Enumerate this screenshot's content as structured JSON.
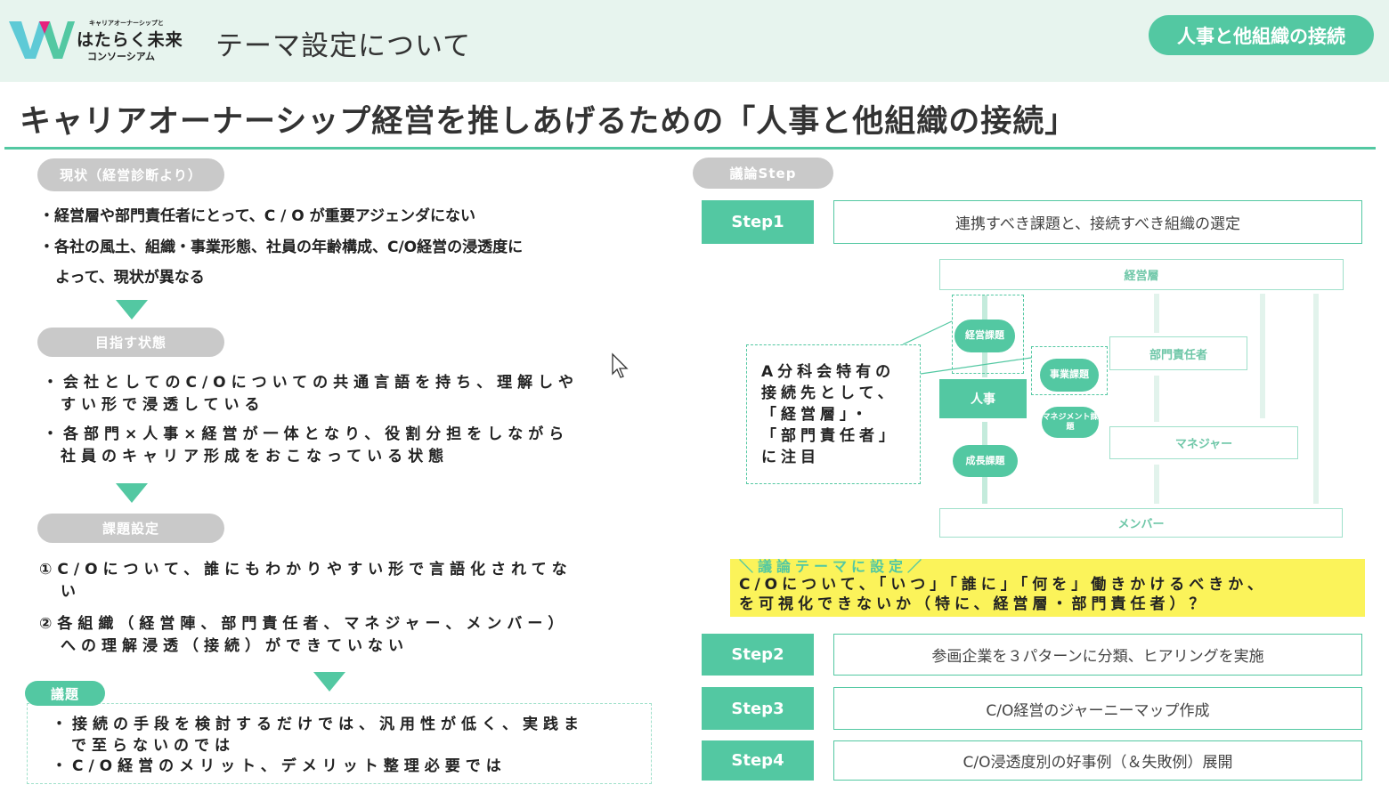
{
  "header": {
    "logo_small": "キャリアオーナーシップと",
    "logo_main": "はたらく未来",
    "logo_sub": "コンソーシアム",
    "title": "テーマ設定について",
    "tag": "人事と他組織の接続"
  },
  "page_title": "キャリアオーナーシップ経営を推しあげるための「人事と他組織の接続」",
  "left": {
    "current": {
      "label": "現状（経営診断より）",
      "lines": [
        "・経営層や部門責任者にとって、C / O が重要アジェンダにない",
        "・各社の風土、組織・事業形態、社員の年齢構成、C/O経営の浸透度に",
        "よって、現状が異なる"
      ]
    },
    "goal": {
      "label": "目指す状態",
      "lines": [
        "・会社としてのC/Oについての共通言語を持ち、理解しや",
        "すい形で浸透している",
        "・各部門×人事×経営が一体となり、役割分担をしながら",
        "社員のキャリア形成をおこなっている状態"
      ]
    },
    "issue": {
      "label": "課題設定",
      "lines": [
        "①C/Oについて、誰にもわかりやすい形で言語化されてな",
        "い",
        "②各組織（経営陣、部門責任者、マネジャー、メンバー）",
        "への理解浸透（接続）ができていない"
      ]
    },
    "agenda": {
      "label": "議題",
      "lines": [
        "・接続の手段を検討するだけでは、汎用性が低く、実践ま",
        "で至らないのでは",
        "・C/O経営のメリット、デメリット整理必要では"
      ]
    }
  },
  "right": {
    "label": "議論Step",
    "steps": [
      {
        "label": "Step1",
        "text": "連携すべき課題と、接続すべき組織の選定"
      },
      {
        "label": "Step2",
        "text": "参画企業を３パターンに分類、ヒアリングを実施"
      },
      {
        "label": "Step3",
        "text": "C/O経営のジャーニーマップ作成"
      },
      {
        "label": "Step4",
        "text": "C/O浸透度別の好事例（＆失敗例）展開"
      }
    ],
    "diagram": {
      "exec": "経営層",
      "dept": "部門責任者",
      "mgr": "マネジャー",
      "member": "メンバー",
      "hr": "人事",
      "exec_issue": "経営課題",
      "biz_issue": "事業課題",
      "mgmt_issue": "マネジメント課題",
      "growth_issue": "成長課題",
      "note": [
        "A分科会特有の",
        "接続先として、",
        "「経営層」・",
        "「部門責任者」",
        "に注目"
      ]
    },
    "theme": {
      "heading": "＼議論テーマに設定／",
      "lines": [
        "C/Oについて、「いつ」「誰に」「何を」働きかけるべきか、",
        "を可視化できないか（特に、経営層・部門責任者）？"
      ]
    }
  }
}
